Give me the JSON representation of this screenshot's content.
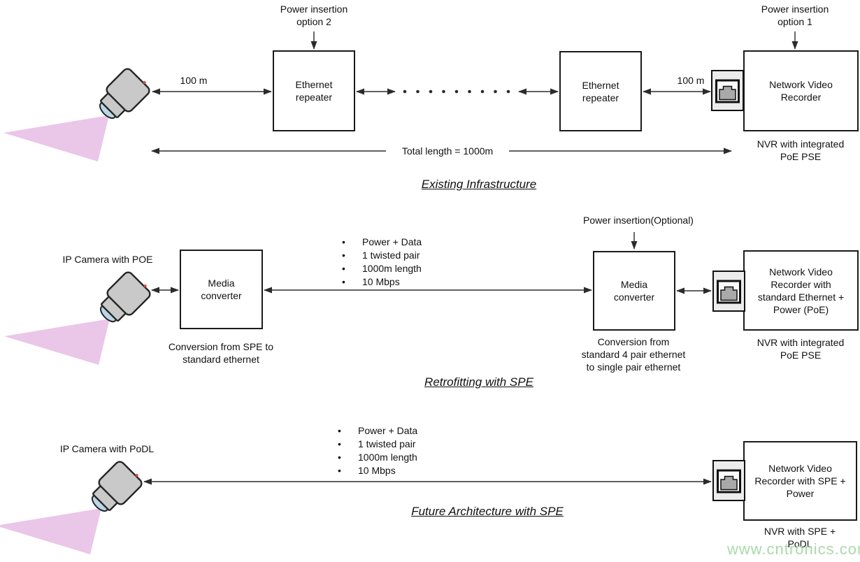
{
  "sections": {
    "existing": {
      "title": "Existing Infrastructure",
      "power_insertion_option_2": "Power insertion\noption 2",
      "power_insertion_option_1": "Power insertion\noption 1",
      "camera_to_repeater_distance": "100 m",
      "repeater_to_nvr_distance": "100 m",
      "repeater_1_label": "Ethernet\nrepeater",
      "repeater_2_label": "Ethernet\nrepeater",
      "nvr_label": "Network Video\nRecorder",
      "nvr_caption": "NVR with integrated\nPoE PSE",
      "total_length_label": "Total length = 1000m"
    },
    "retrofit": {
      "title": "Retrofitting with SPE",
      "camera_label": "IP Camera with POE",
      "power_insertion_label": "Power insertion(Optional)",
      "media_converter_1_label": "Media\nconverter",
      "media_converter_1_caption": "Conversion from SPE to\nstandard ethernet",
      "media_converter_2_label": "Media\nconverter",
      "media_converter_2_caption": "Conversion from\nstandard 4 pair ethernet\nto single pair ethernet",
      "link_specs": [
        "Power + Data",
        "1 twisted pair",
        "1000m length",
        "10 Mbps"
      ],
      "nvr_label": "Network Video\nRecorder with\nstandard Ethernet +\nPower (PoE)",
      "nvr_caption": "NVR with integrated\nPoE PSE"
    },
    "future": {
      "title": "Future Architecture with SPE",
      "camera_label": "IP Camera with PoDL",
      "link_specs": [
        "Power + Data",
        "1 twisted pair",
        "1000m length",
        "10 Mbps"
      ],
      "nvr_label": "Network Video\nRecorder with SPE +\nPower",
      "nvr_caption": "NVR with SPE +\nPoDL"
    }
  },
  "watermark": "www.cntronics.com",
  "glyphs": {
    "bullet": "•"
  },
  "colors": {
    "line": "#2b2b2b",
    "camera_body": "#c9c9c9",
    "camera_light_cone": "#eac6e8",
    "camera_lens": "#b9d7e8",
    "rj45_housing": "#ececec",
    "rj45_plug": "#a9a9a9",
    "watermark": "#abd9ab"
  }
}
